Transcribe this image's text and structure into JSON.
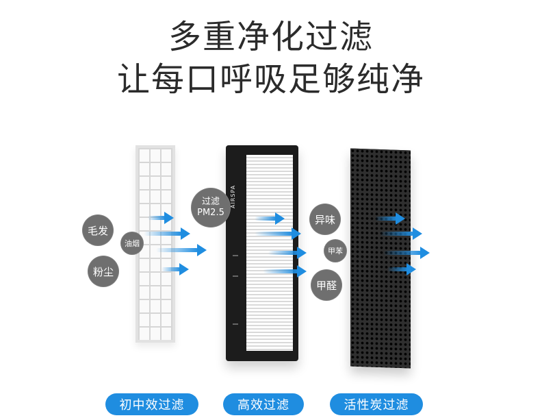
{
  "headline": {
    "line1": "多重净化过滤",
    "line2": "让每口呼吸足够纯净"
  },
  "filters": {
    "hepa_brand": "AIRSPA"
  },
  "pollutants": {
    "stage1": [
      "毛发",
      "油烟",
      "粉尘"
    ],
    "stage2": [
      "过滤",
      "PM2.5"
    ],
    "stage3": [
      "异味",
      "甲苯",
      "甲醛"
    ]
  },
  "stage_labels": [
    "初中效过滤",
    "高效过滤",
    "活性炭过滤"
  ],
  "colors": {
    "accent": "#1f8de0",
    "bubble": "#6f6f6f",
    "headline": "#2b2b2b"
  },
  "icons": [
    "arrow-right-icon"
  ]
}
